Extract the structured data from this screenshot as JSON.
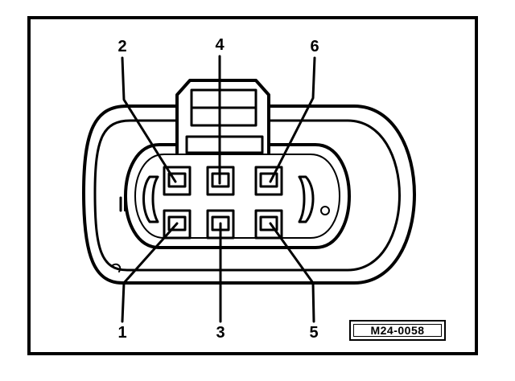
{
  "pins": {
    "top": [
      "2",
      "4",
      "6"
    ],
    "bottom": [
      "1",
      "3",
      "5"
    ]
  },
  "figure_code": "M24-0058"
}
